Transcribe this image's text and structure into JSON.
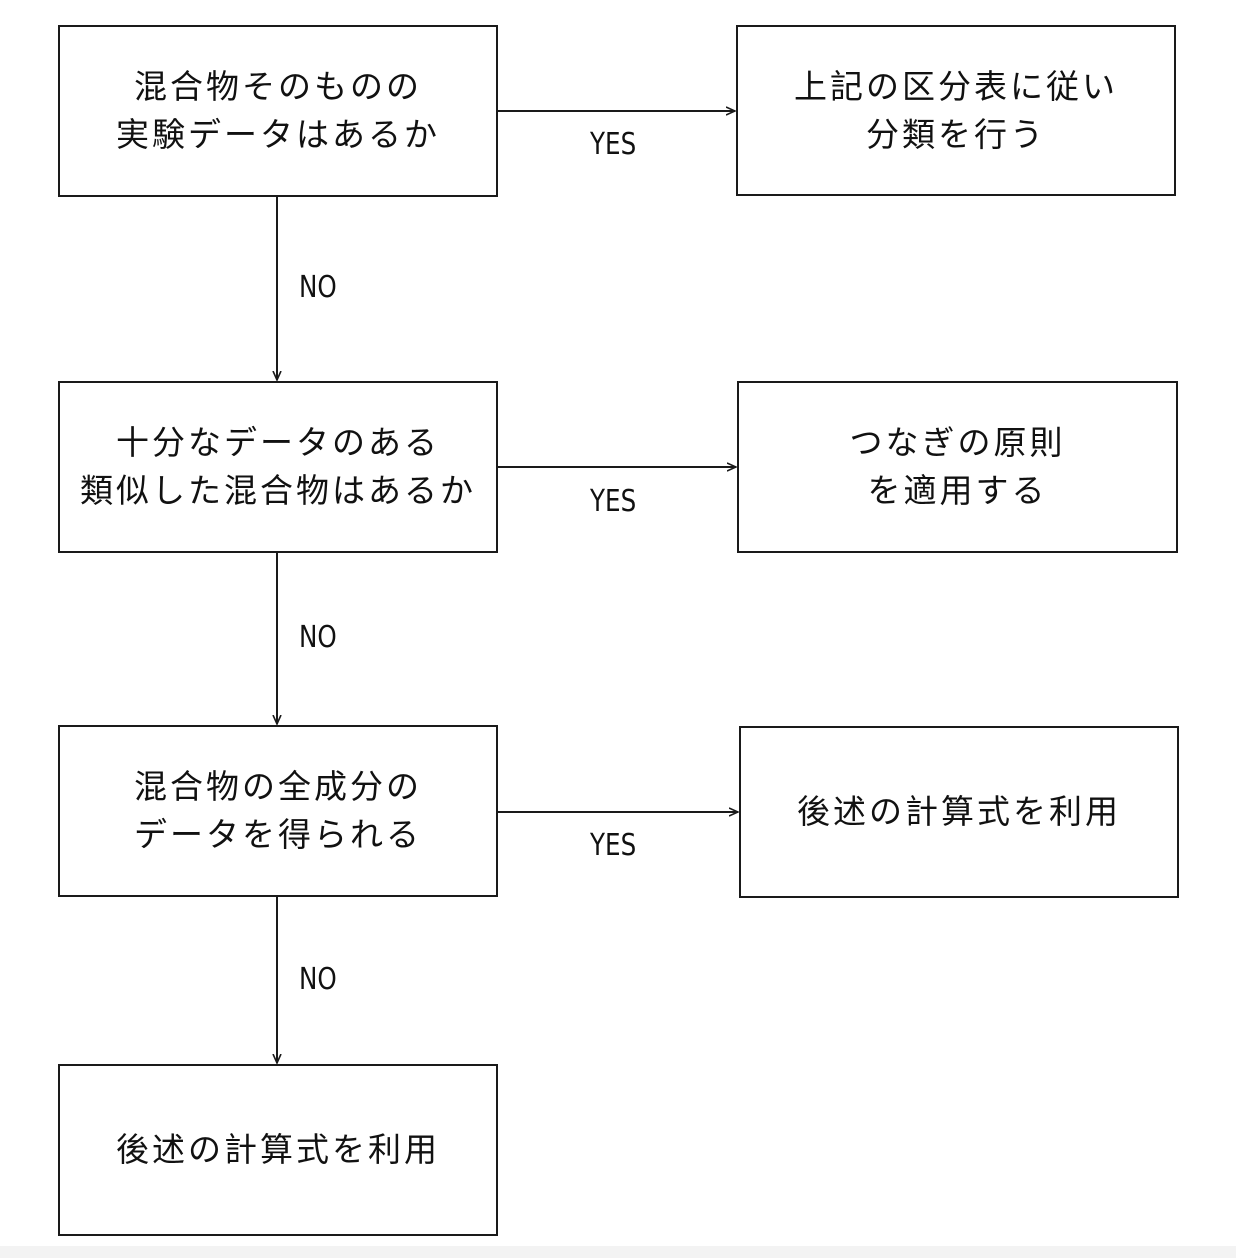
{
  "nodes": {
    "q1": {
      "lines": [
        "混合物そのものの",
        "実験データはあるか"
      ]
    },
    "r1": {
      "lines": [
        "上記の区分表に従い",
        "分類を行う"
      ]
    },
    "q2": {
      "lines": [
        "十分なデータのある",
        "類似した混合物はあるか"
      ]
    },
    "r2": {
      "lines": [
        "つなぎの原則",
        "を適用する"
      ]
    },
    "q3": {
      "lines": [
        "混合物の全成分の",
        "データを得られる"
      ]
    },
    "r3": {
      "lines": [
        "後述の計算式を利用"
      ]
    },
    "q4": {
      "lines": [
        "後述の計算式を利用"
      ]
    }
  },
  "edges": {
    "yes1": "YES",
    "yes2": "YES",
    "yes3": "YES",
    "no1": "NO",
    "no2": "NO",
    "no3": "NO"
  },
  "colors": {
    "stroke": "#1a1a1a",
    "background": "#ffffff"
  }
}
